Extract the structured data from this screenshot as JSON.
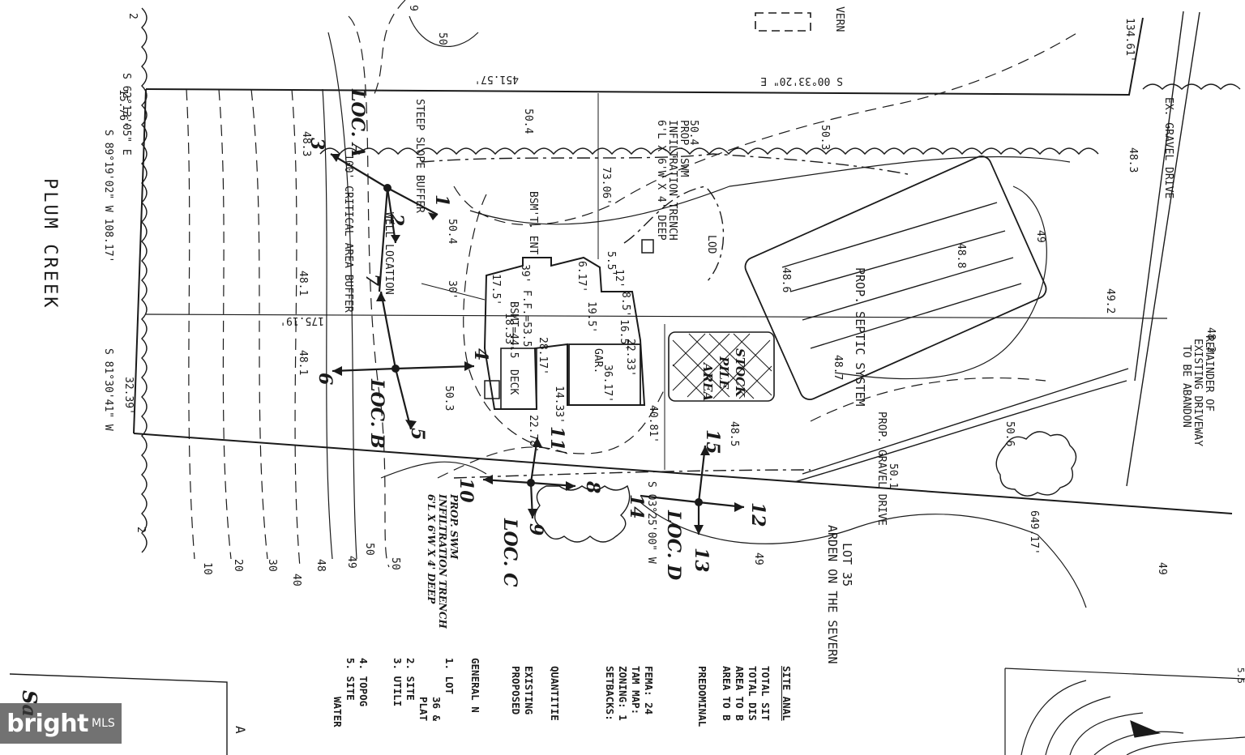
{
  "water_body": "PLUM CREEK",
  "lot": {
    "number": "LOT 35",
    "subdivision": "ARDEN ON THE SEVERN",
    "top_label": "VERN"
  },
  "bearings": {
    "north_line": "S 00°33'20\" E",
    "north_length": "451.57'",
    "south_line": "S 03°25'00\" W",
    "south_length": "649.17'",
    "west_a": "S 62°13'05\" E",
    "west_a_len": "15.76'",
    "west_b": "S 89°19'02\" W 108.17'",
    "west_c": "S 81°30'41\" W",
    "west_c_len": "32.39'",
    "east_len": "134.61'",
    "interior_len": "175.19'"
  },
  "contours": [
    "2",
    "10",
    "20",
    "30",
    "40",
    "48",
    "49",
    "50",
    "2",
    "9",
    "50",
    "49",
    "49",
    "50",
    "49"
  ],
  "elevations": [
    "50.4",
    "50.4",
    "50.3",
    "48.3",
    "48.3",
    "48.1",
    "48.1",
    "50.4",
    "48.6",
    "48.7",
    "49.2",
    "48.2",
    "48.5",
    "50.6",
    "50.1",
    "48.8",
    "50.3"
  ],
  "labels": {
    "critical_buffer": "100' CRITICAL AREA BUFFER",
    "steep_slope": "STEEP SLOPE BUFFER",
    "well": "WELL LOCATION",
    "swm_north_1": "PROP. SWM",
    "swm_north_2": "INFILTRATION TRENCH",
    "swm_north_3": "6'L X 6'W X 4' DEEP",
    "septic": "PROP. SEPTIC SYSTEM",
    "stockpile_1": "STOCK",
    "stockpile_2": "PILE",
    "stockpile_3": "AREA",
    "gravel_drive": "PROP. GRAVEL DRIVE",
    "ex_gravel": "EX. GRAVEL DRIVE",
    "remainder_1": "REMAINDER OF",
    "remainder_2": "EXISTING DRIVEWAY",
    "remainder_3": "TO BE ABANDON",
    "bsmt_ent": "BSM'T. ENT",
    "ff": "F.F.=53.5",
    "bsmt": "BSMT=44.5",
    "garage": "GAR.",
    "deck": "DECK",
    "setback_30": "30'",
    "dim_73": "73.06'",
    "dim_40": "40.81'",
    "dim_22": "22.33'",
    "dim_28": "28.17'",
    "dim_18": "18.33'",
    "dim_36": "36.17'",
    "dim_17": "17.5'",
    "dim_39": "39'",
    "dim_6": "6.17'",
    "dim_19": "19.5'",
    "dim_16": "16.5'",
    "dim_14": "14.33'",
    "dim_22b": "22.78'",
    "dim_85": "8.5'",
    "dim_55": "5.5'",
    "dim_12": "12'",
    "lod": "LOD",
    "swm_south_1": "PROP. SWM",
    "swm_south_2": "INFILTRATION TRENCH",
    "swm_south_3": "6'L X 6'W X 4' DEEP"
  },
  "locations": [
    "LOC. A",
    "LOC. B",
    "LOC. C",
    "LOC. D"
  ],
  "photo_points": [
    "1",
    "2",
    "3",
    "4",
    "5",
    "6",
    "7",
    "8",
    "9",
    "10",
    "11",
    "12",
    "13",
    "14",
    "15"
  ],
  "notes": {
    "title": "SITE ANAL",
    "lines": [
      "TOTAL SIT",
      "TOTAL DIS",
      "AREA TO B",
      "AREA TO B",
      "PREDOMINAL"
    ],
    "fema": "FEMA: 24",
    "tam": "TAM MAP:",
    "zoning": "ZONING: 1",
    "setbacks": "SETBACKS:",
    "quantities": "QUANTITIE",
    "existing": "EXISTING",
    "proposed": "PROPOSED",
    "general": "GENERAL N",
    "numbered": [
      "1.   LOT",
      "36 &",
      "PLAT",
      "2.   SITE",
      "3.   UTILI",
      "4.   TOPOG",
      "5.   SITE",
      "WATER"
    ]
  },
  "corner_text": {
    "sa": "Sa",
    "a": "A",
    "top_right": "5.5"
  },
  "watermark": {
    "brand": "bright",
    "suffix": "MLS"
  }
}
